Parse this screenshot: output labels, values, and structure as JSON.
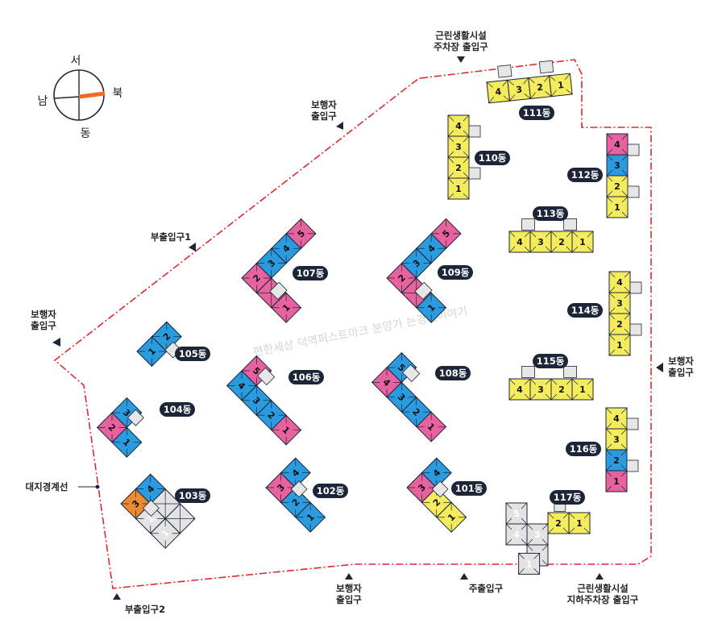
{
  "colors": {
    "boundary": "#e2272d",
    "yellow": "#f4ec5c",
    "blue": "#2b9be0",
    "pink": "#e7629e",
    "orange": "#ea8a31",
    "gray": "#e3e3e3",
    "pill": "#1d2638",
    "compass_needle": "#ef6a24"
  },
  "compass": {
    "north": "북",
    "south": "남",
    "east": "동",
    "west": "서"
  },
  "gates": {
    "top_facility": [
      "근린생활시설",
      "주차장 출입구"
    ],
    "ped_top": [
      "보행자",
      "출입구"
    ],
    "sub1": "부출입구1",
    "ped_left": [
      "보행자",
      "출입구"
    ],
    "ped_right": [
      "보행자",
      "출입구"
    ],
    "ped_bottom": [
      "보행자",
      "출입구"
    ],
    "main": "주출입구",
    "bottom_facility": [
      "근린생활시설",
      "지하주차장 출입구"
    ],
    "sub2": "부출입구2",
    "boundary_label": "대지경계선"
  },
  "watermark": "편한세상 덕역퍼스트마크 분양가 는경제이야기",
  "buildings": {
    "101": "101동",
    "102": "102동",
    "103": "103동",
    "104": "104동",
    "105": "105동",
    "106": "106동",
    "107": "107동",
    "108": "108동",
    "109": "109동",
    "110": "110동",
    "111": "111동",
    "112": "112동",
    "113": "113동",
    "114": "114동",
    "115": "115동",
    "116": "116동",
    "117": "117동"
  },
  "legend_map": {
    "unit_type_colors": [
      "yellow",
      "blue",
      "pink",
      "orange"
    ]
  }
}
